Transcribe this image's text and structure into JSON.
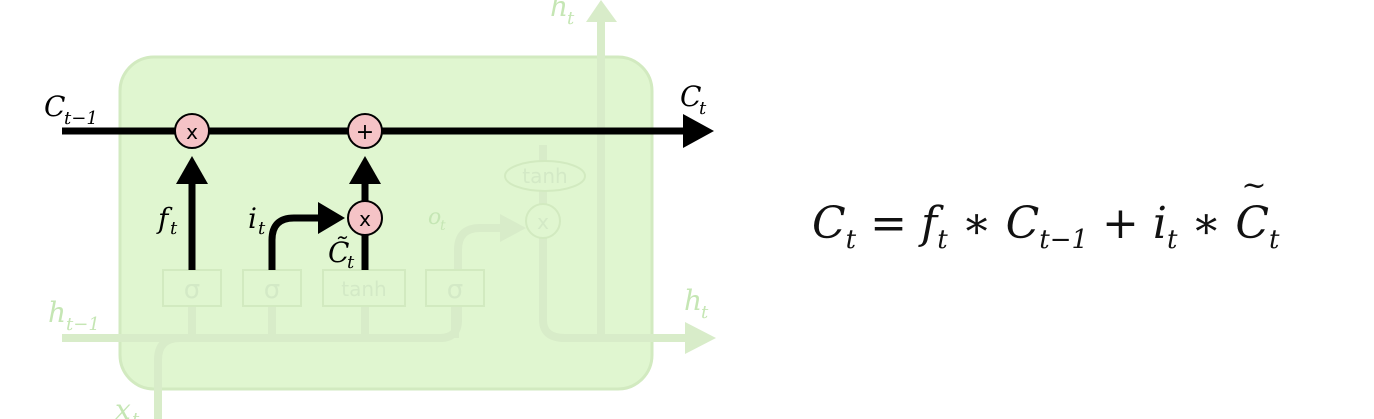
{
  "labels": {
    "c_prev": "C",
    "c_prev_sub": "t−1",
    "c_t": "C",
    "c_t_sub": "t",
    "f_t": "f",
    "f_t_sub": "t",
    "i_t": "i",
    "i_t_sub": "t",
    "c_tilde": "C̃",
    "c_tilde_sub": "t",
    "o_t": "o",
    "o_t_sub": "t",
    "h_prev": "h",
    "h_prev_sub": "t−1",
    "h_t_right": "h",
    "h_t_right_sub": "t",
    "h_t_top": "h",
    "h_t_top_sub": "t",
    "x_t": "x",
    "x_t_sub": "t"
  },
  "operators": {
    "multiply": "x",
    "add": "+"
  },
  "gates": {
    "sigma": "σ",
    "tanh": "tanh"
  },
  "equation": {
    "lhs": "C",
    "lhs_sub": "t",
    "equals": " = ",
    "f": "f",
    "f_sub": "t",
    "star1": " ∗ ",
    "c_prev": "C",
    "c_prev_sub": "t−1",
    "plus": " + ",
    "i": "i",
    "i_sub": "t",
    "star2": " ∗ ",
    "c_tilde": "C",
    "c_tilde_sub": "t"
  },
  "colors": {
    "cell_fill": "#e0f6d0",
    "cell_stroke": "#d2eac0",
    "faded_line": "#d8ecc9",
    "op_fill": "#f5c3c6",
    "active_line": "#000000"
  }
}
